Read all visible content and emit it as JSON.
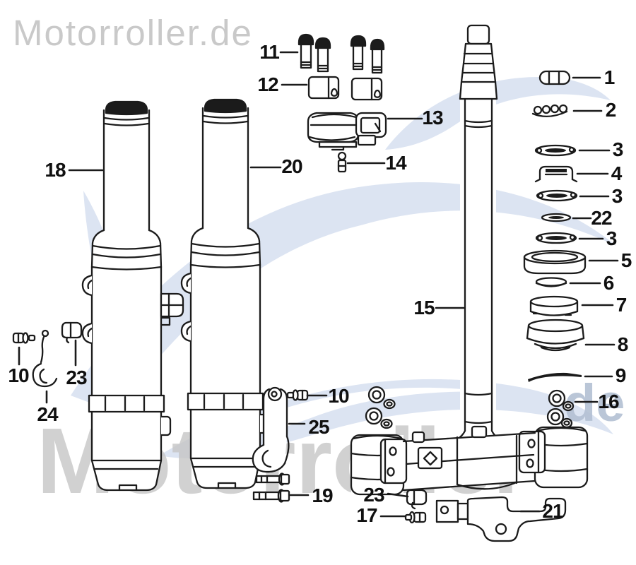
{
  "watermarks": {
    "top_left": "Motorroller.de",
    "bottom_text": "Motorroller",
    "bottom_suffix": "de"
  },
  "colors": {
    "background": "#ffffff",
    "swoosh_blue": "#dce4f2",
    "watermark_gray": "#c6c6c6",
    "line_art": "#1b1b1b"
  },
  "callouts": [
    {
      "id": "11",
      "label": "11"
    },
    {
      "id": "12",
      "label": "12"
    },
    {
      "id": "13",
      "label": "13"
    },
    {
      "id": "14",
      "label": "14"
    },
    {
      "id": "18",
      "label": "18"
    },
    {
      "id": "20",
      "label": "20"
    },
    {
      "id": "15",
      "label": "15"
    },
    {
      "id": "1",
      "label": "1"
    },
    {
      "id": "2",
      "label": "2"
    },
    {
      "id": "3a",
      "label": "3"
    },
    {
      "id": "4",
      "label": "4"
    },
    {
      "id": "3b",
      "label": "3"
    },
    {
      "id": "22",
      "label": "22"
    },
    {
      "id": "3c",
      "label": "3"
    },
    {
      "id": "5",
      "label": "5"
    },
    {
      "id": "6",
      "label": "6"
    },
    {
      "id": "7",
      "label": "7"
    },
    {
      "id": "8",
      "label": "8"
    },
    {
      "id": "9",
      "label": "9"
    },
    {
      "id": "16",
      "label": "16"
    },
    {
      "id": "10-left",
      "label": "10"
    },
    {
      "id": "23-left",
      "label": "23"
    },
    {
      "id": "24",
      "label": "24"
    },
    {
      "id": "10-middle",
      "label": "10"
    },
    {
      "id": "25",
      "label": "25"
    },
    {
      "id": "19",
      "label": "19"
    },
    {
      "id": "23-bottom",
      "label": "23"
    },
    {
      "id": "17",
      "label": "17"
    },
    {
      "id": "21",
      "label": "21"
    }
  ]
}
